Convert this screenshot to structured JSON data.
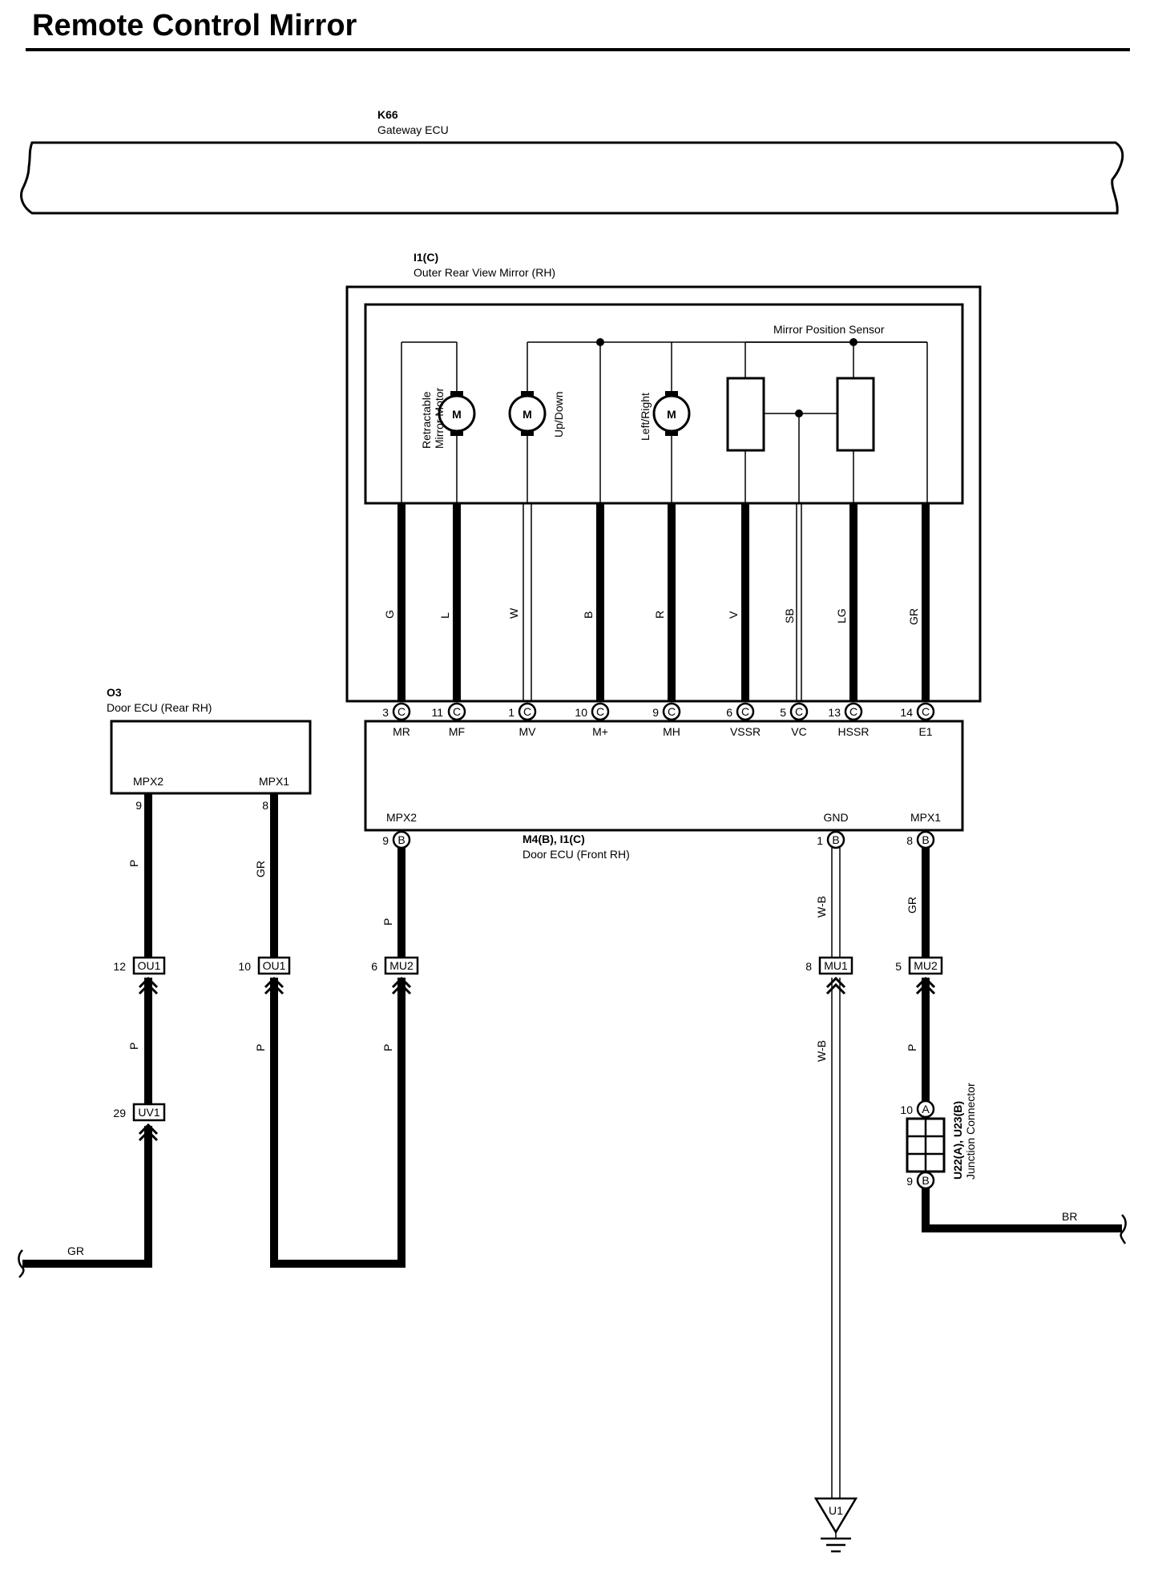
{
  "title": "Remote Control Mirror",
  "gateway": {
    "code": "K66",
    "name": "Gateway ECU"
  },
  "mirror": {
    "code": "I1(C)",
    "name": "Outer Rear View Mirror (RH)",
    "retract_label_1": "Retractable",
    "retract_label_2": "Mirror Motor",
    "updown_label": "Up/Down",
    "leftright_label": "Left/Right",
    "sensor_label": "Mirror Position Sensor",
    "motor_glyph": "M"
  },
  "mirror_pins": [
    {
      "num": "3",
      "conn": "C",
      "name": "MR",
      "wire": "G"
    },
    {
      "num": "11",
      "conn": "C",
      "name": "MF",
      "wire": "L"
    },
    {
      "num": "1",
      "conn": "C",
      "name": "MV",
      "wire": "W"
    },
    {
      "num": "10",
      "conn": "C",
      "name": "M+",
      "wire": "B"
    },
    {
      "num": "9",
      "conn": "C",
      "name": "MH",
      "wire": "R"
    },
    {
      "num": "6",
      "conn": "C",
      "name": "VSSR",
      "wire": "V"
    },
    {
      "num": "5",
      "conn": "C",
      "name": "VC",
      "wire": "SB"
    },
    {
      "num": "13",
      "conn": "C",
      "name": "HSSR",
      "wire": "LG"
    },
    {
      "num": "14",
      "conn": "C",
      "name": "E1",
      "wire": "GR"
    }
  ],
  "door_front": {
    "code": "M4(B), I1(C)",
    "name": "Door ECU (Front RH)",
    "pin_mpx2": {
      "label": "MPX2",
      "num": "9",
      "conn": "B"
    },
    "pin_gnd": {
      "label": "GND",
      "num": "1",
      "conn": "B"
    },
    "pin_mpx1": {
      "label": "MPX1",
      "num": "8",
      "conn": "B"
    }
  },
  "door_rear": {
    "code": "O3",
    "name": "Door ECU (Rear RH)",
    "pin_mpx2": {
      "label": "MPX2",
      "num": "9"
    },
    "pin_mpx1": {
      "label": "MPX1",
      "num": "8"
    }
  },
  "connectors": {
    "ou1_a": {
      "num": "12",
      "name": "OU1"
    },
    "ou1_b": {
      "num": "10",
      "name": "OU1"
    },
    "mu2_a": {
      "num": "6",
      "name": "MU2"
    },
    "mu1": {
      "num": "8",
      "name": "MU1"
    },
    "mu2_b": {
      "num": "5",
      "name": "MU2"
    },
    "uv1": {
      "num": "29",
      "name": "UV1"
    }
  },
  "junction": {
    "name_1": "U22(A), U23(B)",
    "name_2": "Junction Connector",
    "pin_top": {
      "num": "10",
      "conn": "A"
    },
    "pin_bot": {
      "num": "9",
      "conn": "B"
    }
  },
  "wires": {
    "rear_mpx2_upper": "P",
    "rear_mpx2_mid": "P",
    "rear_mpx2_end": "GR",
    "rear_mpx1_upper": "GR",
    "rear_mpx1_lower": "P",
    "front_mpx2_upper": "P",
    "front_mpx2_lower": "P",
    "gnd_upper": "W-B",
    "gnd_lower": "W-B",
    "front_mpx1_upper": "GR",
    "front_mpx1_lower": "P",
    "junction_out": "BR"
  },
  "ground": {
    "name": "U1"
  }
}
